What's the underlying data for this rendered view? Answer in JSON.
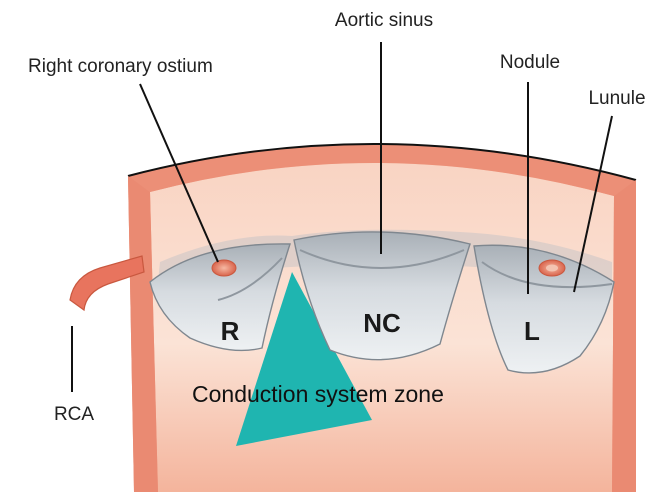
{
  "labels": {
    "aortic_sinus": "Aortic sinus",
    "right_coronary_ostium": "Right coronary ostium",
    "nodule": "Nodule",
    "lunule": "Lunule",
    "rca": "RCA",
    "conduction_zone": "Conduction system zone"
  },
  "cusps": {
    "right": "R",
    "noncoronary": "NC",
    "left": "L"
  },
  "colors": {
    "aortic_wall_outer": "#ef9a83",
    "aortic_wall_inner": "#f7c9b6",
    "wall_rim": "#e8806a",
    "cusp_fill": "#c6ccd2",
    "cusp_shadow": "#8f979f",
    "conduction_zone": "#1fb5b0",
    "rca_vessel": "#e8745e"
  }
}
